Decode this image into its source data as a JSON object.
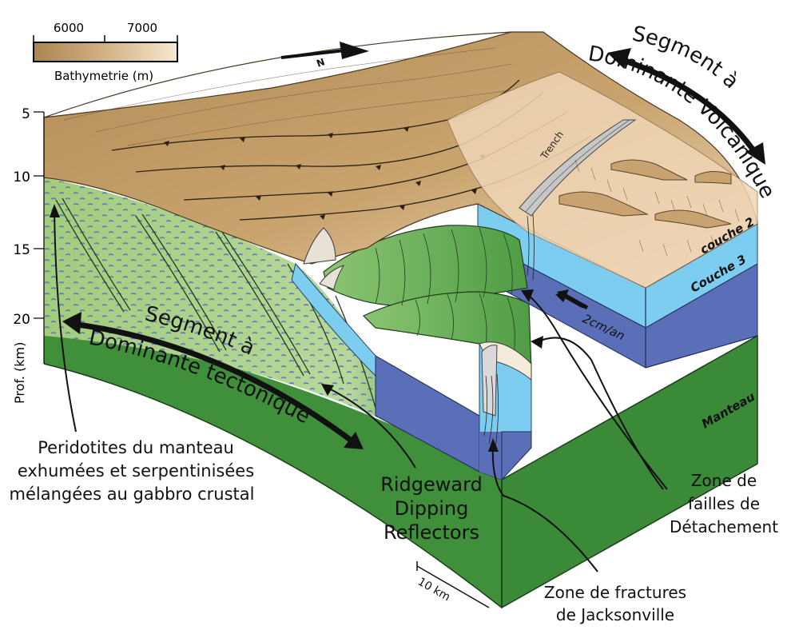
{
  "legend": {
    "tick_6000": "6000",
    "tick_7000": "7000",
    "title": "Bathymetrie (m)",
    "gradient_start": "#b08a55",
    "gradient_end": "#f6e3c8"
  },
  "north_label": "N",
  "depth_axis": {
    "label": "Prof. (km)",
    "ticks": [
      "5",
      "10",
      "15",
      "20"
    ]
  },
  "trench_label": "Trench",
  "layers": {
    "couche2": "couche 2",
    "couche3": "Couche 3",
    "manteau": "Manteau"
  },
  "rate_label": "2cm/an",
  "segment_volcanic": {
    "line1": "Segment à",
    "line2": "Dominante Volcanique"
  },
  "segment_tectonic": {
    "line1": "Segment à",
    "line2": "Dominante tectonique"
  },
  "annotations": {
    "peridotites": [
      "Peridotites du manteau",
      "exhumées et serpentinisées",
      "mélangées au gabbro crustal"
    ],
    "reflectors": [
      "Ridgeward",
      "Dipping",
      "Reflectors"
    ],
    "detachement": [
      "Zone de",
      "failles de",
      "Détachement"
    ],
    "jacksonville": [
      "Zone de fractures",
      "de Jacksonville"
    ]
  },
  "scale_bar": "10 km",
  "colors": {
    "mantle": "#3f8f3b",
    "serpentinite": "#a8cf84",
    "couche2": "#7dcdf0",
    "couche3": "#5a6fb8",
    "seafloor_deep": "#b98f5a",
    "seafloor_shallow": "#f3dcc0",
    "gabbro_green": "#5aa84c"
  }
}
